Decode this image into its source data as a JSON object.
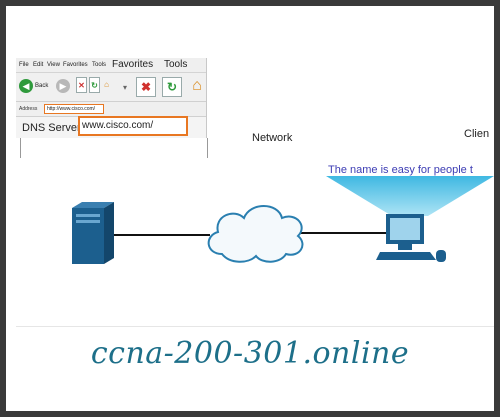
{
  "browser": {
    "menu": [
      "File",
      "Edit",
      "View",
      "Favorites",
      "Tools"
    ],
    "menu_large": [
      "Favorites",
      "Tools"
    ],
    "back_label": "Back",
    "address_label": "Address",
    "address_value": "http://www.cisco.com/",
    "zoomed_url": "www.cisco.com/"
  },
  "diagram": {
    "dns_label": "DNS Server",
    "network_label": "Network",
    "client_label": "Clien",
    "callout_text": "The name is easy for people t"
  },
  "watermark": "ccna-200-301.online",
  "colors": {
    "highlight": "#e87722",
    "server": "#1c5f8e",
    "cloud_stroke": "#2a7fb0",
    "beam": "#5ec8e8",
    "callout_text": "#3d3db4",
    "watermark": "#1d6f89"
  },
  "icons": [
    "back-icon",
    "forward-icon",
    "stop-icon",
    "refresh-icon",
    "home-icon",
    "server-icon",
    "cloud-icon",
    "computer-icon"
  ]
}
